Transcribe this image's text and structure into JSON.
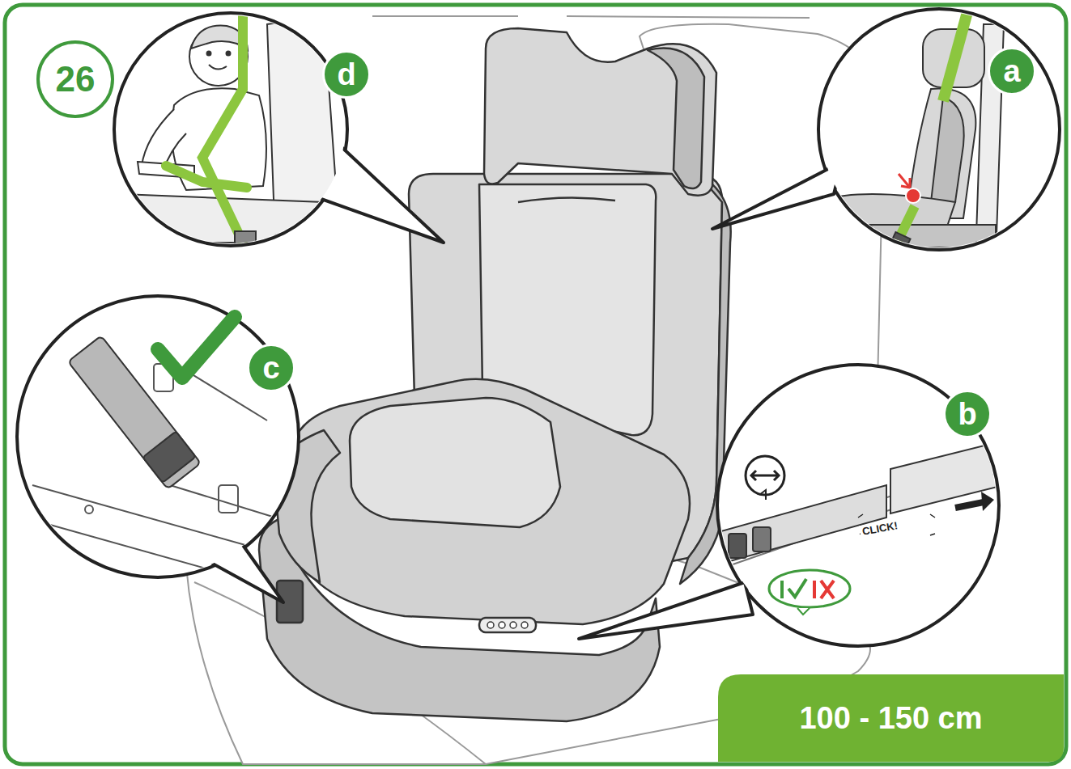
{
  "diagram": {
    "nodes": [
      {
        "text": [
          "26"
        ]
      },
      {
        "text": [
          "d"
        ]
      },
      {
        "text": [
          "a"
        ]
      },
      {
        "text": [
          "c"
        ]
      },
      {
        "text": [
          "b"
        ]
      },
      {
        "text": [
          "100 - 150 cm"
        ]
      }
    ],
    "labels": [
      "CLICK!"
    ]
  }
}
